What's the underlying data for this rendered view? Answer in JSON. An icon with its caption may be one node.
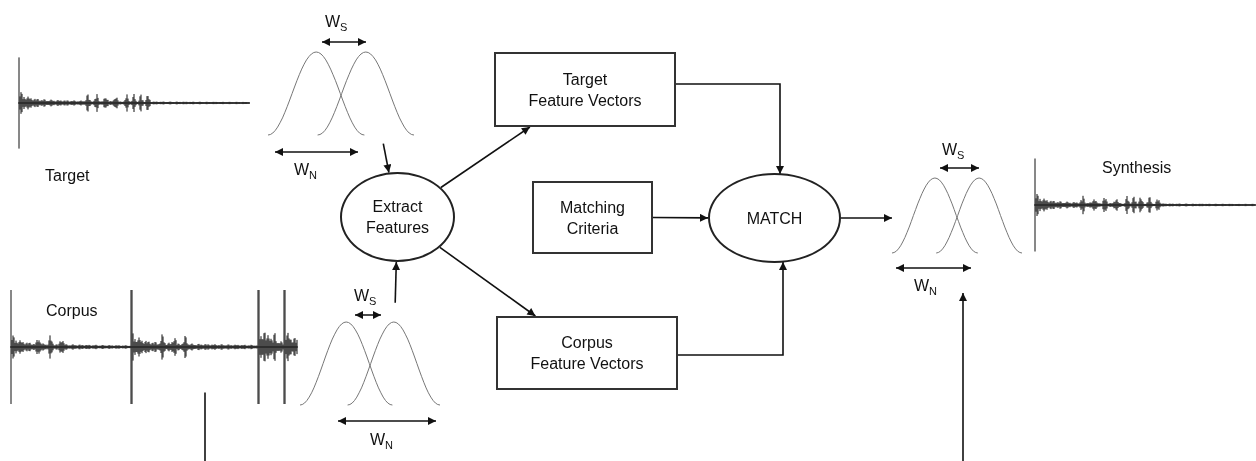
{
  "diagram": {
    "nodes": [
      {
        "text": [
          "Target"
        ]
      },
      {
        "text": [],
        "shape": "picture",
        "beside": [
          "W$_{S}$",
          "W$_{N}$"
        ]
      },
      {
        "text": [
          "Target Feature Vectors"
        ]
      },
      {
        "text": [
          "Extract Features"
        ]
      },
      {
        "text": [
          "Matching Criteria"
        ]
      },
      {
        "text": [
          "MATCH"
        ]
      },
      {
        "text": [],
        "shape": "picture",
        "beside": [
          "W$_{S}$",
          "W$_{N}$"
        ]
      },
      {
        "text": [
          "Synthesis"
        ]
      },
      {
        "text": [
          "Corpus"
        ]
      },
      {
        "text": [],
        "shape": "picture",
        "beside": [
          "W$_{S}$",
          "W$_{N}$"
        ]
      },
      {
        "text": [
          "Corpus Feature Vectors"
        ]
      }
    ],
    "edges": [
      {
        "from": 1,
        "to": 3,
        "arrow": "to"
      },
      {
        "from": 9,
        "to": 3,
        "arrow": "to"
      },
      {
        "from": 3,
        "to": 2,
        "arrow": "to"
      },
      {
        "from": 3,
        "to": 10,
        "arrow": "to"
      },
      {
        "from": 2,
        "to": 5,
        "arrow": "to"
      },
      {
        "from": 4,
        "to": 5,
        "arrow": "to"
      },
      {
        "from": 10,
        "to": 5,
        "arrow": "to"
      },
      {
        "from": 5,
        "to": 6,
        "arrow": "to"
      },
      {
        "from": 8,
        "to": null,
        "arrow": "none"
      },
      {
        "from": null,
        "to": 6,
        "arrow": "to"
      }
    ]
  }
}
